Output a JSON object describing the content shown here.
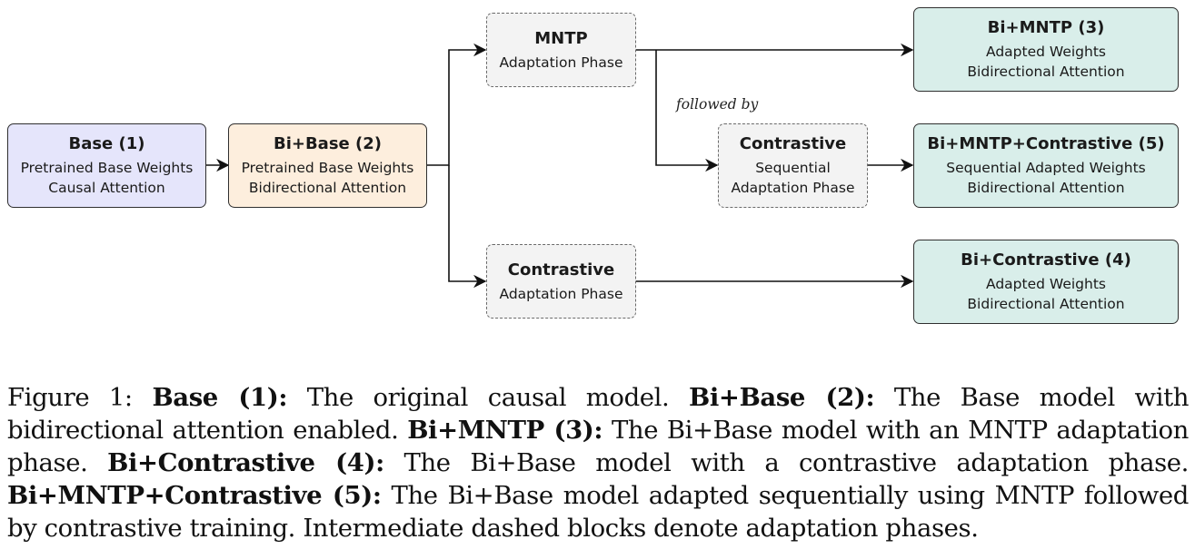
{
  "colors": {
    "base_fill": "#e5e5fb",
    "bibase_fill": "#fdeedd",
    "phase_fill": "#f3f3f3",
    "result_fill": "#d9eeea",
    "stroke": "#2f2f2f"
  },
  "nodes": {
    "base": {
      "title": "Base (1)",
      "lines": [
        "Pretrained Base Weights",
        "Causal Attention"
      ]
    },
    "bibase": {
      "title": "Bi+Base (2)",
      "lines": [
        "Pretrained Base Weights",
        "Bidirectional Attention"
      ]
    },
    "mntp": {
      "title": "MNTP",
      "lines": [
        "Adaptation Phase"
      ]
    },
    "contrastive_seq": {
      "title": "Contrastive",
      "lines": [
        "Sequential",
        "Adaptation Phase"
      ]
    },
    "contrastive": {
      "title": "Contrastive",
      "lines": [
        "Adaptation Phase"
      ]
    },
    "bimntp": {
      "title": "Bi+MNTP (3)",
      "lines": [
        "Adapted Weights",
        "Bidirectional Attention"
      ]
    },
    "bimntp_contrastive": {
      "title": "Bi+MNTP+Contrastive (5)",
      "lines": [
        "Sequential Adapted Weights",
        "Bidirectional Attention"
      ]
    },
    "bicontrastive": {
      "title": "Bi+Contrastive (4)",
      "lines": [
        "Adapted Weights",
        "Bidirectional Attention"
      ]
    }
  },
  "edge_label": "followed by",
  "caption": {
    "figure_label": "Figure 1:",
    "items": [
      {
        "term": "Base (1):",
        "text": "The original causal model."
      },
      {
        "term": "Bi+Base (2):",
        "text": "The Base model with bidirectional attention enabled."
      },
      {
        "term": "Bi+MNTP (3):",
        "text": "The Bi+Base model with an MNTP adaptation phase."
      },
      {
        "term": "Bi+Contrastive (4):",
        "text": "The Bi+Base model with a contrastive adaptation phase."
      },
      {
        "term": "Bi+MNTP+Contrastive (5):",
        "text": "The Bi+Base model adapted sequentially using MNTP followed by contrastive training. Intermediate dashed blocks denote adaptation phases."
      }
    ]
  }
}
